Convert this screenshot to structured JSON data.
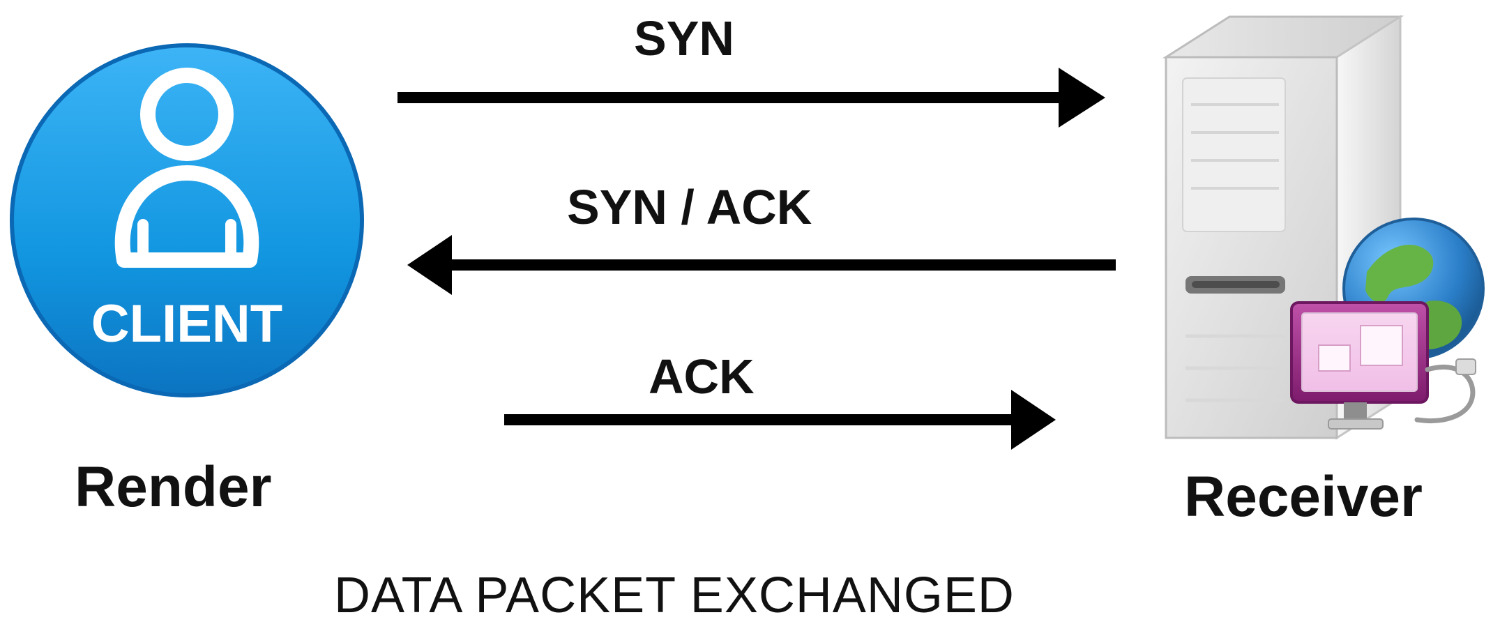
{
  "nodes": {
    "client": {
      "badge_text": "CLIENT",
      "label": "Render"
    },
    "server": {
      "label": "Receiver"
    }
  },
  "messages": [
    {
      "label": "SYN"
    },
    {
      "label": "SYN / ACK"
    },
    {
      "label": "ACK"
    }
  ],
  "footer": {
    "caption": "DATA PACKET EXCHANGED"
  },
  "colors": {
    "client_blue": "#1296e0",
    "server_gray": "#d9d9d9",
    "monitor_purple": "#9b2c87",
    "arrow": "#000000"
  },
  "icons": {
    "client": "client-user-icon",
    "server": "server-tower-icon",
    "globe": "globe-icon",
    "monitor": "monitor-icon"
  }
}
